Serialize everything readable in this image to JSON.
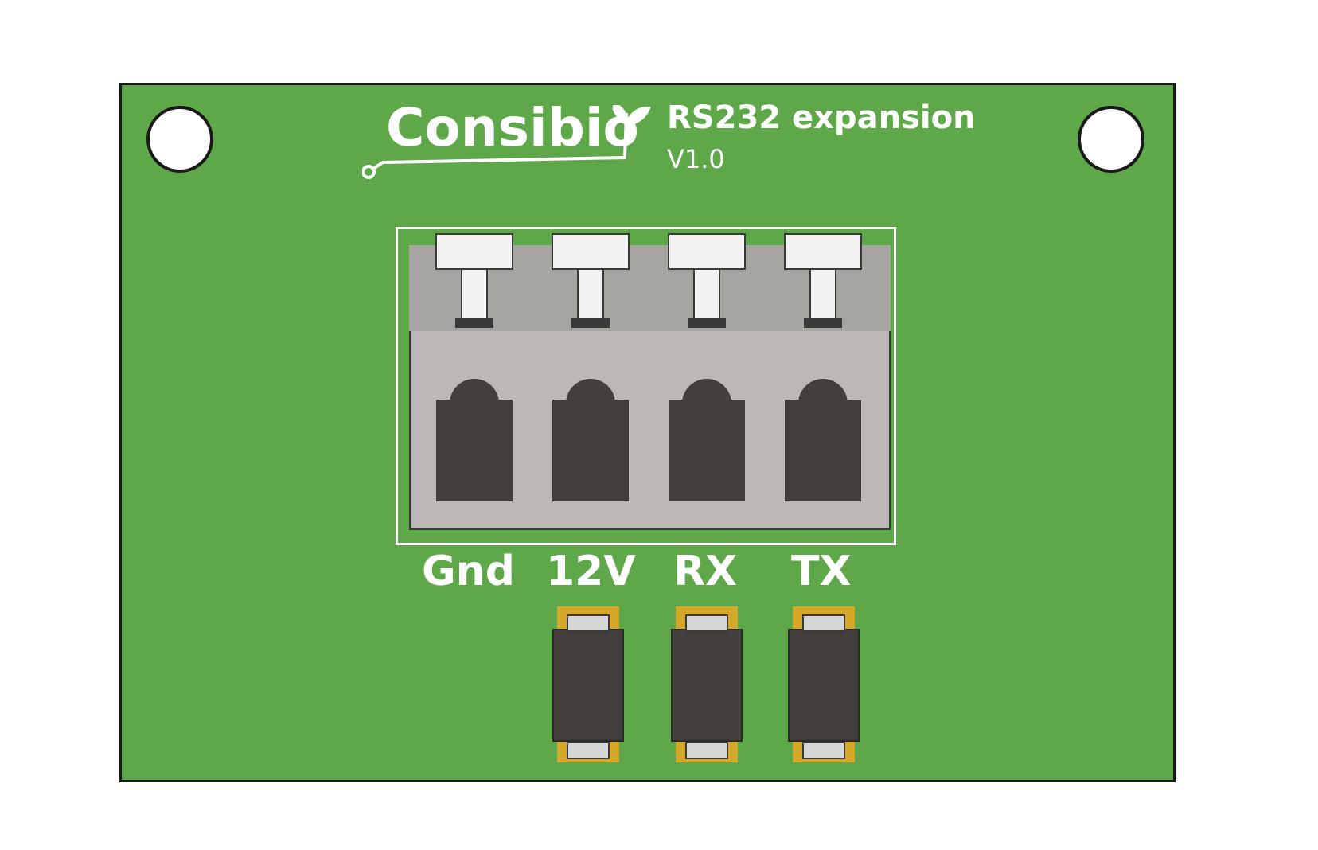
{
  "logo": {
    "brand": "Consibio"
  },
  "board": {
    "title": "RS232 expansion",
    "version": "V1.0"
  },
  "terminal_labels": [
    "Gnd",
    "12V",
    "RX",
    "TX"
  ],
  "colors": {
    "pcb": "#5fa84a",
    "silkscreen": "#ffffff",
    "connector_housing": "#bbb8b6",
    "component_body": "#433e3b",
    "solder_gold": "#d4a92a"
  }
}
